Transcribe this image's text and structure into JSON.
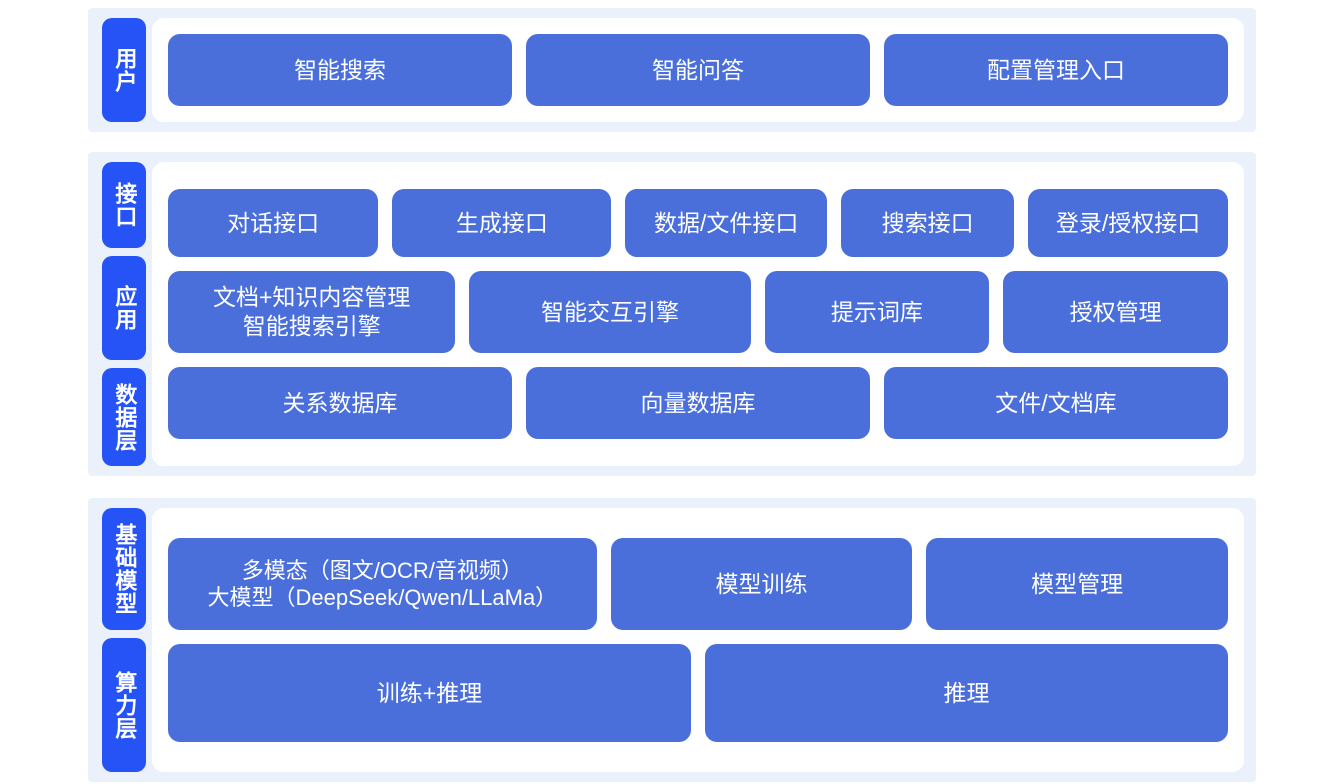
{
  "diagram": {
    "sections": [
      {
        "id": "user",
        "tabs": [
          {
            "label": "用户"
          }
        ],
        "rows": [
          {
            "id": "user-entries",
            "boxes": [
              {
                "label": "智能搜索"
              },
              {
                "label": "智能问答"
              },
              {
                "label": "配置管理入口"
              }
            ]
          }
        ]
      },
      {
        "id": "application",
        "tabs": [
          {
            "label": "接口"
          },
          {
            "label": "应用"
          },
          {
            "label": "数据层"
          }
        ],
        "rows": [
          {
            "id": "interface",
            "boxes": [
              {
                "label": "对话接口"
              },
              {
                "label": "生成接口"
              },
              {
                "label": "数据/文件接口"
              },
              {
                "label": "搜索接口"
              },
              {
                "label": "登录/授权接口"
              }
            ]
          },
          {
            "id": "app",
            "boxes": [
              {
                "label": "文档+知识内容管理\n智能搜索引擎"
              },
              {
                "label": "智能交互引擎"
              },
              {
                "label": "提示词库"
              },
              {
                "label": "授权管理"
              }
            ]
          },
          {
            "id": "data",
            "boxes": [
              {
                "label": "关系数据库"
              },
              {
                "label": "向量数据库"
              },
              {
                "label": "文件/文档库"
              }
            ]
          }
        ]
      },
      {
        "id": "infrastructure",
        "tabs": [
          {
            "label": "基础模型"
          },
          {
            "label": "算力层"
          }
        ],
        "rows": [
          {
            "id": "model",
            "boxes": [
              {
                "label": "多模态（图文/OCR/音视频）\n大模型（DeepSeek/Qwen/LLaMa）"
              },
              {
                "label": "模型训练"
              },
              {
                "label": "模型管理"
              }
            ]
          },
          {
            "id": "compute",
            "boxes": [
              {
                "label": "训练+推理"
              },
              {
                "label": "推理"
              }
            ]
          }
        ]
      }
    ]
  },
  "colors": {
    "tab_blue": "#2553f5",
    "box_blue": "#4a6fdb",
    "band_blue": "#ebf1fb",
    "panel_white": "#ffffff",
    "page_white": "#ffffff"
  }
}
